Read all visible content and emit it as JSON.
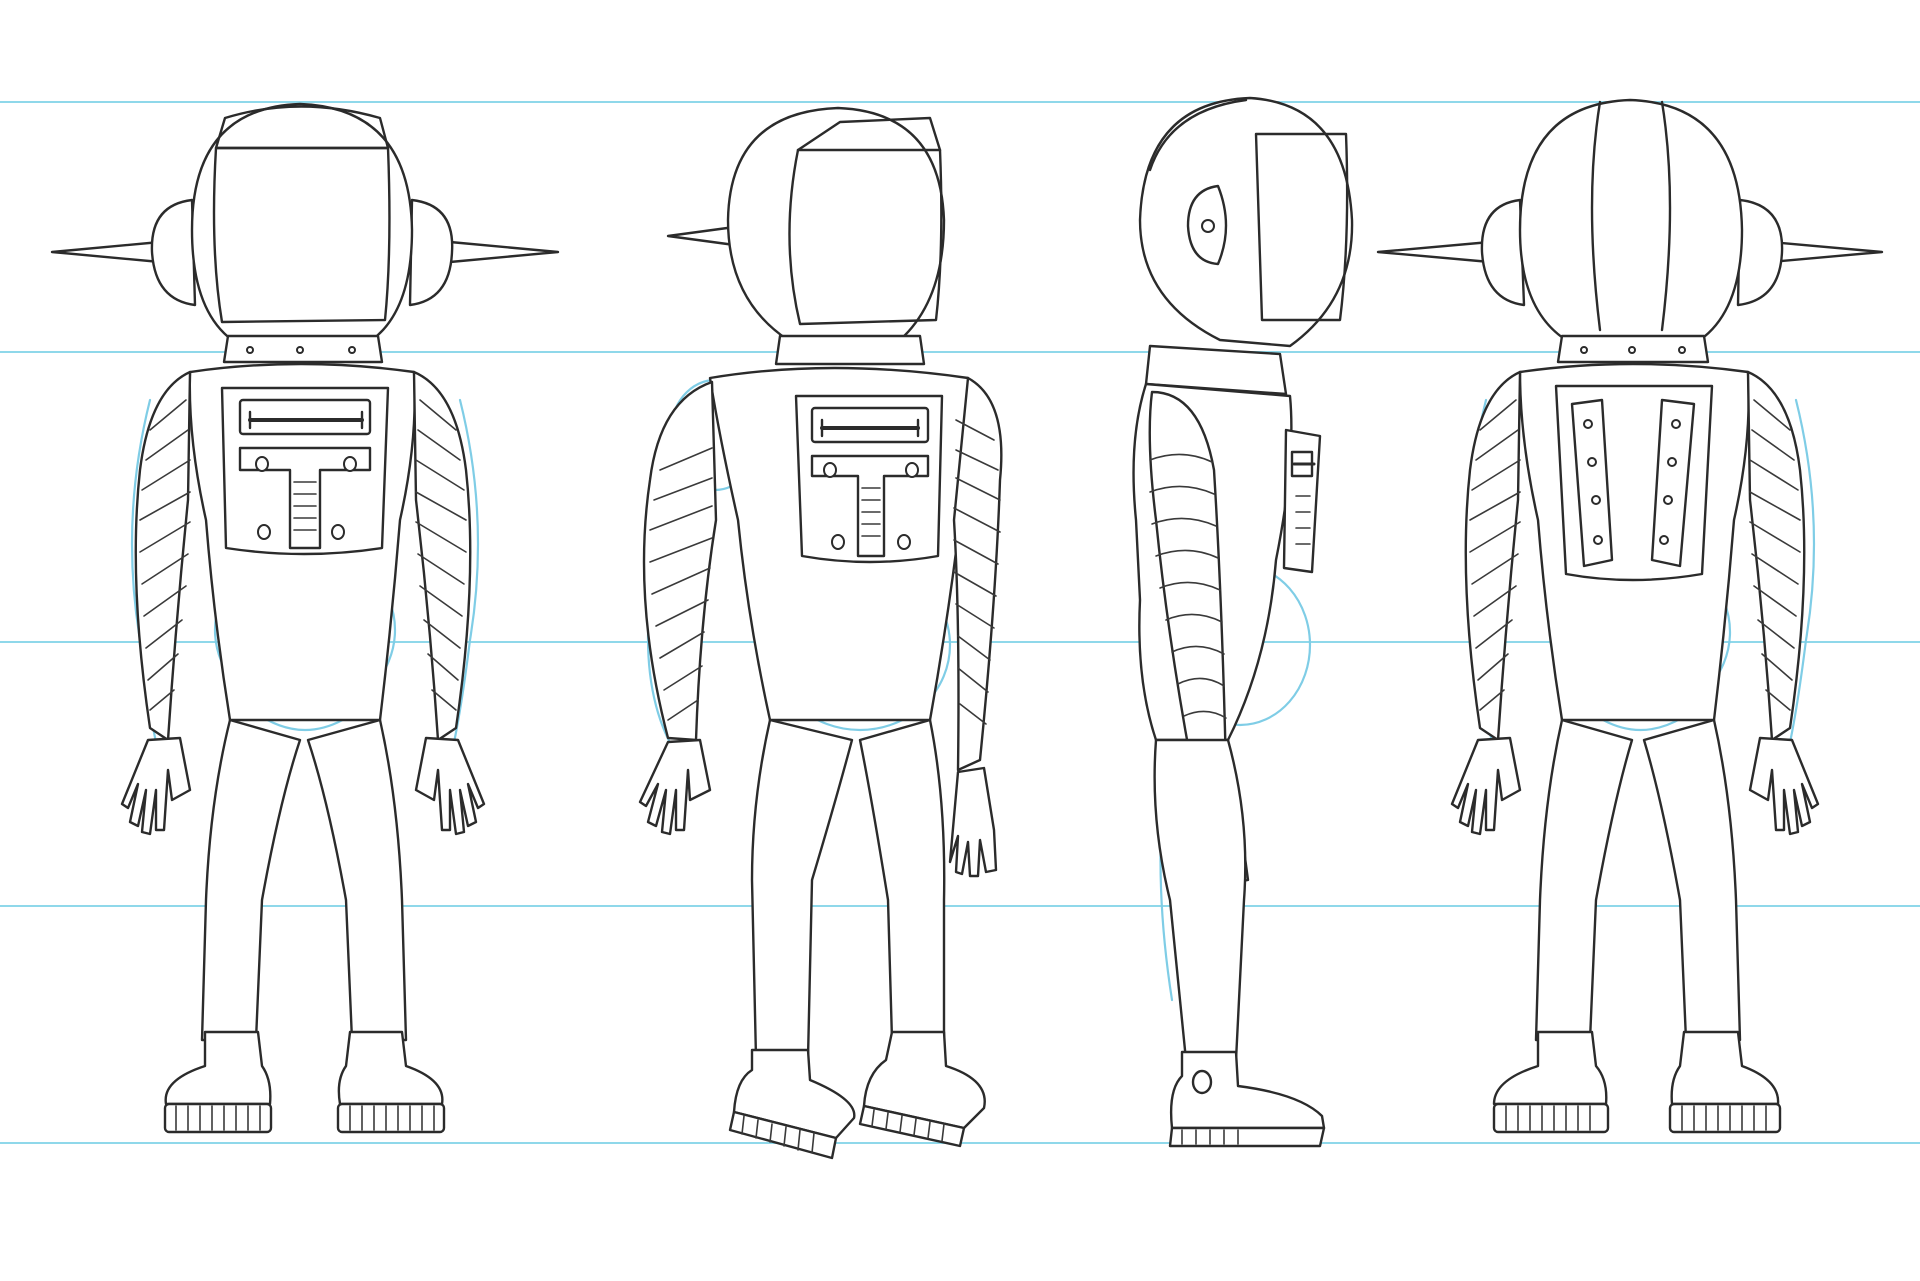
{
  "sheet": {
    "title": "",
    "background": "#ffffff",
    "guide_color": "#8fd8ea",
    "construction_color": "#7fcde6",
    "ink_color": "#2b2b2b"
  },
  "guidelines": {
    "count": 5,
    "levels": [
      "top of helmet",
      "neck",
      "hip",
      "knee",
      "ground"
    ]
  },
  "views": [
    {
      "name": "front",
      "helmet_antennas": 2,
      "chest_panel": "front-control-panel"
    },
    {
      "name": "three-quarter",
      "helmet_antennas": 1,
      "chest_panel": "front-control-panel"
    },
    {
      "name": "side",
      "helmet_antennas": 0,
      "chest_panel": "side-control-panel"
    },
    {
      "name": "back",
      "helmet_antennas": 2,
      "chest_panel": "backpack-panel"
    }
  ]
}
